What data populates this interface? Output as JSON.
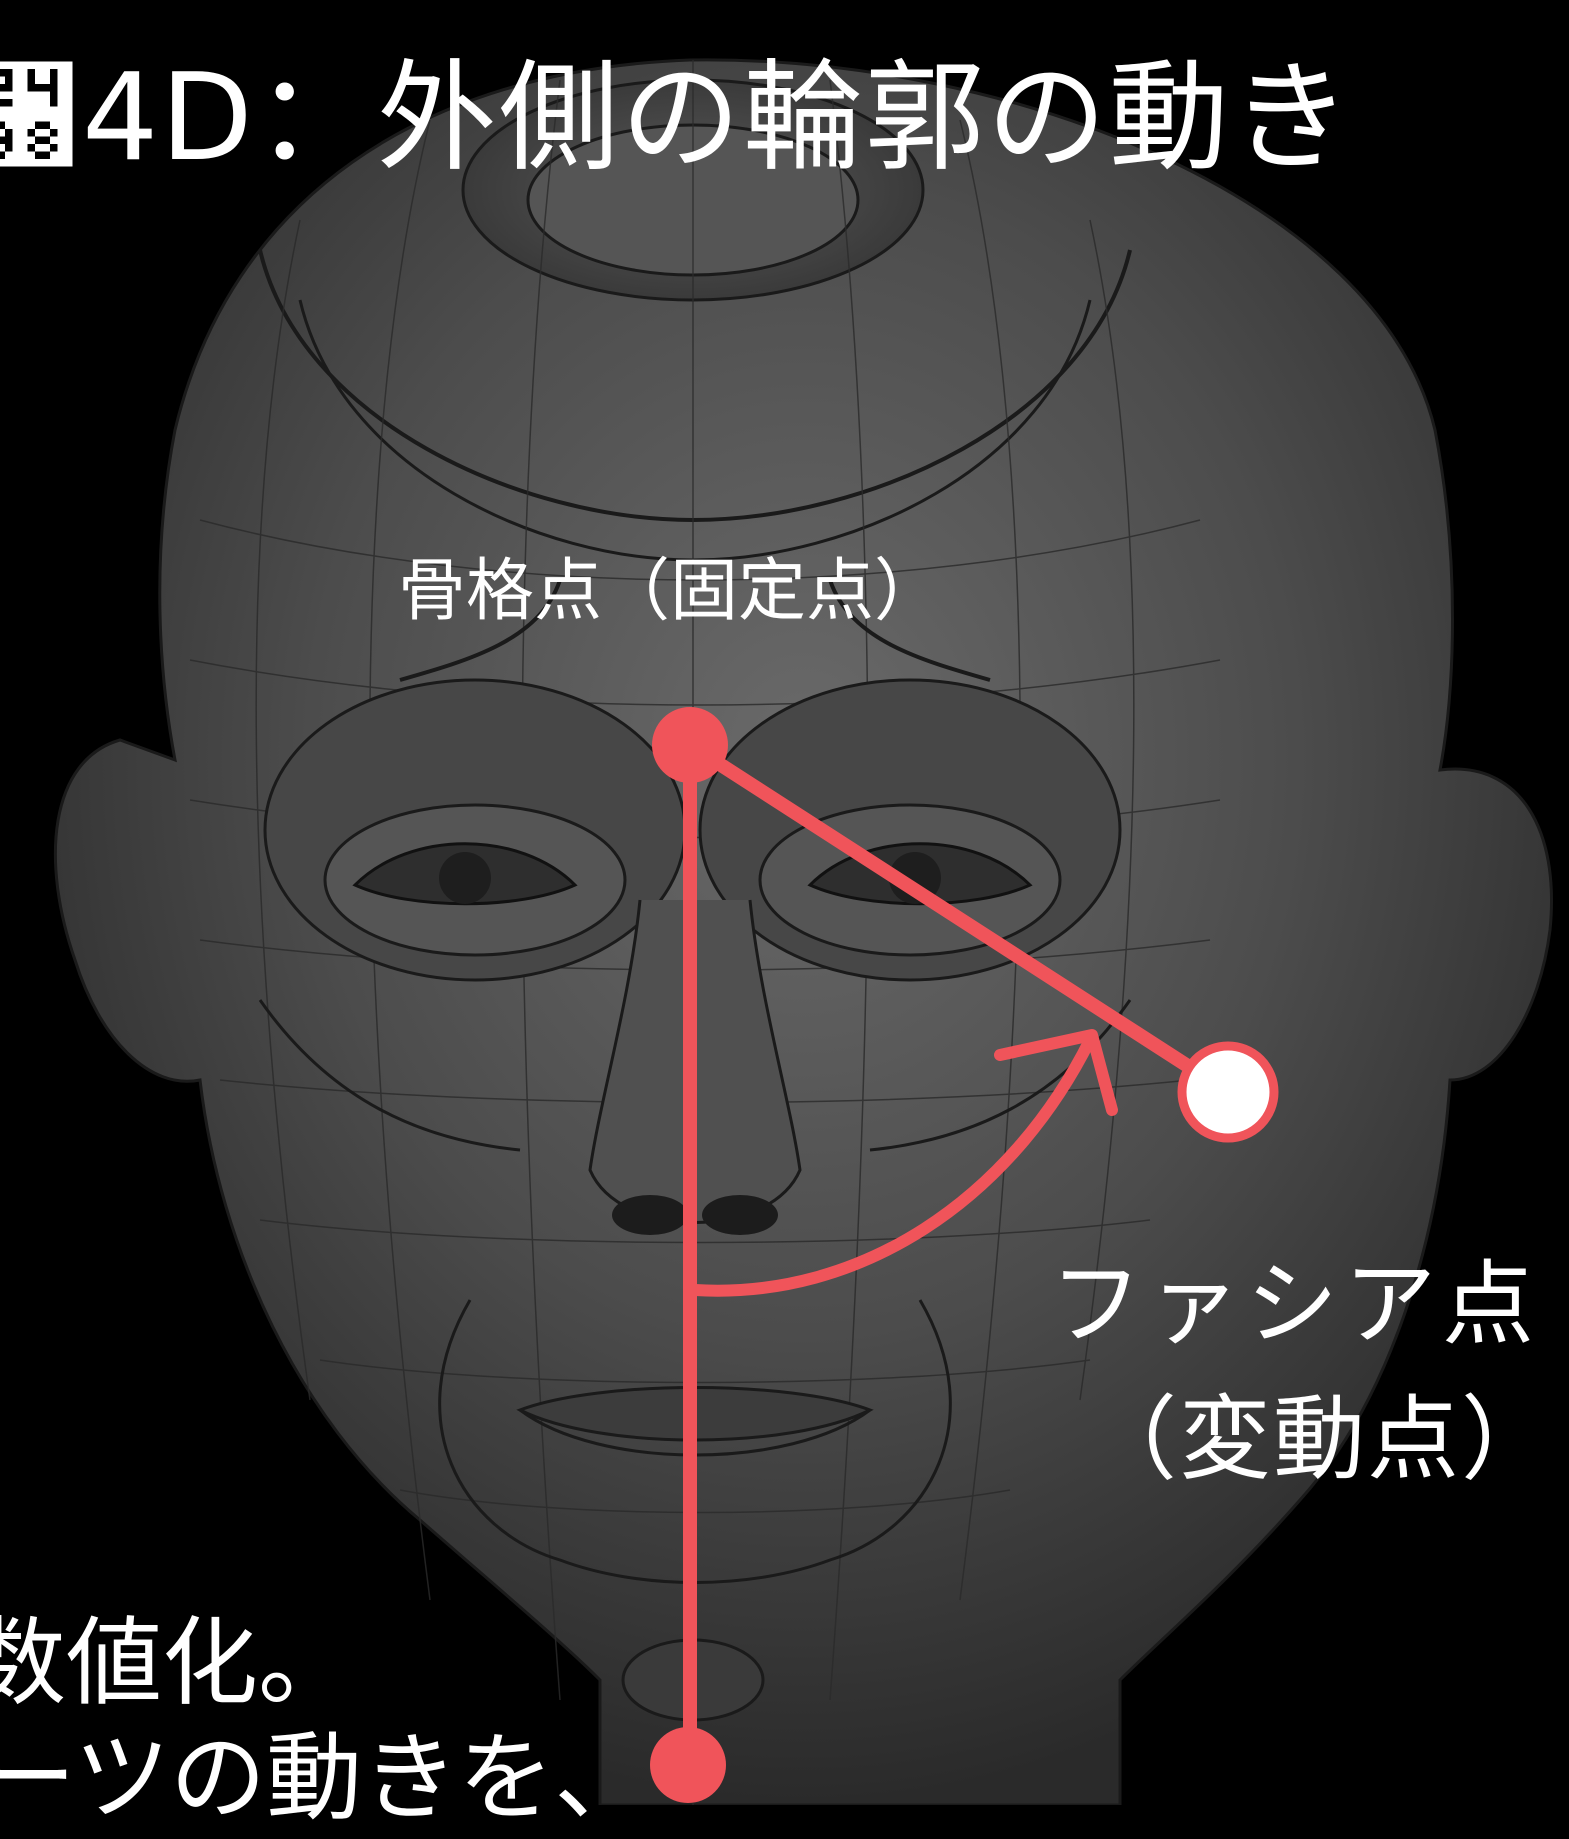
{
  "title": "␸4D：外側の輪郭の動き",
  "labels": {
    "fixed_point": "骨格点（固定点）",
    "fascia_point": "ファシア点",
    "fascia_point_sub": "（変動点）"
  },
  "body_text": {
    "line1": "数値化。",
    "line2": "ーツの動きを、"
  },
  "colors": {
    "background": "#000000",
    "accent": "#f0545a",
    "text": "#ffffff",
    "face": "#4a4a4a"
  },
  "icons": {
    "fixed_point": "filled-circle-icon",
    "variable_point": "hollow-circle-icon",
    "rotation_arrow": "arc-arrow-icon"
  }
}
